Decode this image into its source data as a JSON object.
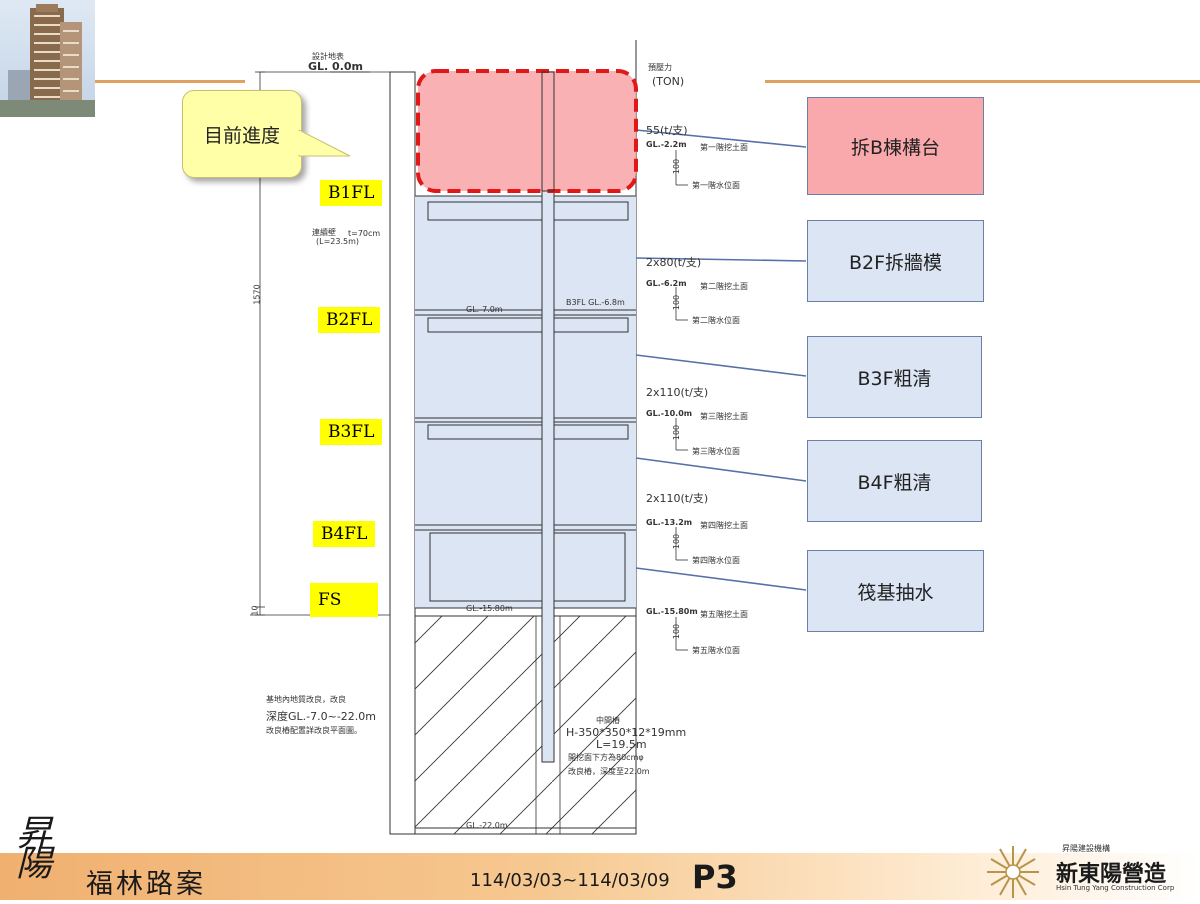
{
  "header": {
    "accent_color": "#e0a060"
  },
  "progress_bubble": {
    "label": "目前進度"
  },
  "floors": [
    {
      "label": "B1FL"
    },
    {
      "label": "B2FL"
    },
    {
      "label": "B3FL"
    },
    {
      "label": "B4FL"
    },
    {
      "label": "FS"
    }
  ],
  "callouts": [
    {
      "label": "拆B棟構台",
      "color": "#f9a8ac"
    },
    {
      "label": "B2F拆牆模",
      "color": "#dbe5f4"
    },
    {
      "label": "B3F粗清",
      "color": "#dbe5f4"
    },
    {
      "label": "B4F粗清",
      "color": "#dbe5f4"
    },
    {
      "label": "筏基抽水",
      "color": "#dbe5f4"
    }
  ],
  "drawing": {
    "design_level_caption": "設計地表",
    "design_level": "GL. 0.0m",
    "preload_caption": "預壓力",
    "preload_unit": "(TON)",
    "wall_caption": "連續壁",
    "wall_thickness": "t=70cm",
    "wall_length": "(L=23.5m)",
    "dimension_total": "1570",
    "dimension_bottom": "10",
    "strut_loads": [
      "55(t/支)",
      "2x80(t/支)",
      "2x110(t/支)",
      "2x110(t/支)"
    ],
    "excavation_levels": [
      {
        "level": "GL.-2.2m",
        "stage": "第一階挖土面",
        "water": "第一階水位面"
      },
      {
        "level": "GL.-6.2m",
        "stage": "第二階挖土面",
        "water": "第二階水位面"
      },
      {
        "level": "GL.-10.0m",
        "stage": "第三階挖土面",
        "water": "第三階水位面"
      },
      {
        "level": "GL.-13.2m",
        "stage": "第四階挖土面",
        "water": "第四階水位面"
      },
      {
        "level": "GL.-15.80m",
        "stage": "第五階挖土面",
        "water": "第五階水位面"
      }
    ],
    "water_offset": "100",
    "slab_levels": [
      "GL.-7.0m",
      "B3FL GL.-6.8m",
      "GL.-15.80m",
      "GL.-22.0m"
    ],
    "soil_note": [
      "基地內地質改良，改良",
      "深度GL.-7.0~-22.0m",
      "改良樁配置詳改良平面圖。"
    ],
    "column_note": [
      "中間樁",
      "H-350*350*12*19mm",
      "L=19.5m",
      "開挖面下方為80cmφ",
      "改良樁，深度至22.0m"
    ]
  },
  "footer": {
    "project_name": "福林路案",
    "logo_script": "昇陽",
    "date_range": "114/03/03~114/03/09",
    "page": "P3",
    "company_small": "昇陽建設機構",
    "company_name": "新東陽營造",
    "company_en": "Hsin Tung Yang Construction Corp"
  }
}
